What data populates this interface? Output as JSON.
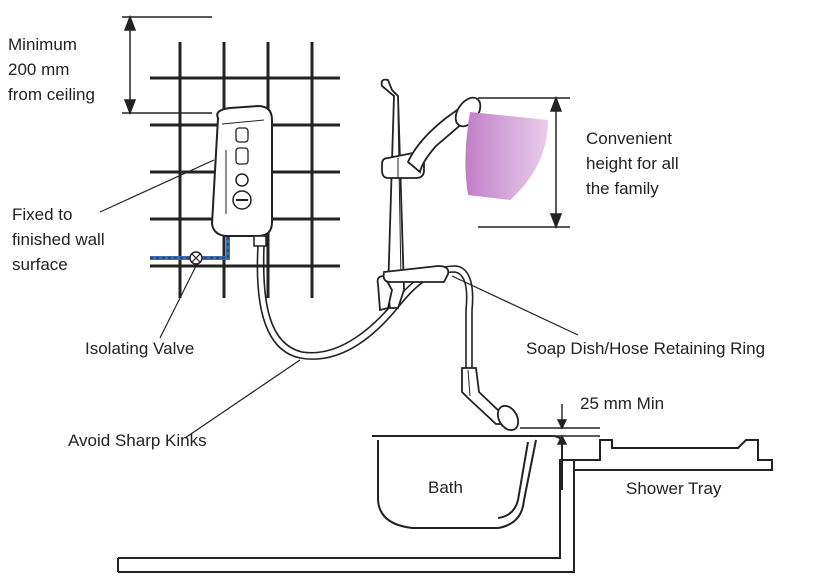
{
  "labels": {
    "min_ceiling": [
      "Minimum",
      "200 mm",
      "from ceiling"
    ],
    "convenient_height": [
      "Convenient",
      "height for all",
      "the family"
    ],
    "fixed_wall": [
      "Fixed to",
      "finished wall",
      "surface"
    ],
    "isolating_valve": "Isolating Valve",
    "soap_dish": "Soap Dish/Hose Retaining Ring",
    "min_gap": "25 mm Min",
    "avoid_kinks": "Avoid Sharp Kinks",
    "bath": "Bath",
    "shower_tray": "Shower Tray"
  },
  "colors": {
    "line": "#222222",
    "spray_fan": "#c07ec8",
    "water_pipe": "#3a6fb5"
  }
}
